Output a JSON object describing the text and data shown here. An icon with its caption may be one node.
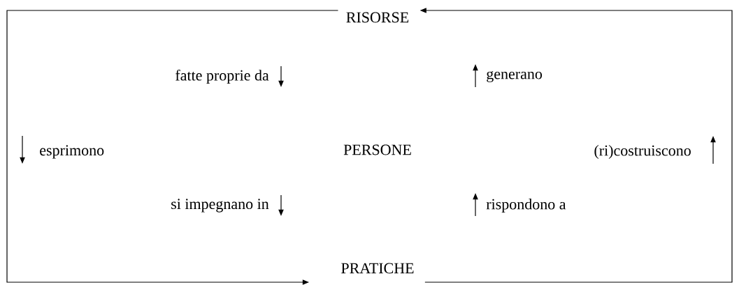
{
  "diagram": {
    "nodes": [
      {
        "text": [
          "RISORSE"
        ]
      },
      {
        "text": [
          "PERSONE"
        ]
      },
      {
        "text": [
          "PRATICHE"
        ]
      }
    ],
    "edges": [
      {
        "from": 0,
        "to": 2,
        "arrow": "to",
        "label": "esprimono"
      },
      {
        "from": 2,
        "to": 0,
        "arrow": "to",
        "label": "(ri)costruiscono"
      }
    ],
    "labels": [
      "fatte proprie da",
      "generano",
      "si impegnano in",
      "rispondono a"
    ]
  }
}
